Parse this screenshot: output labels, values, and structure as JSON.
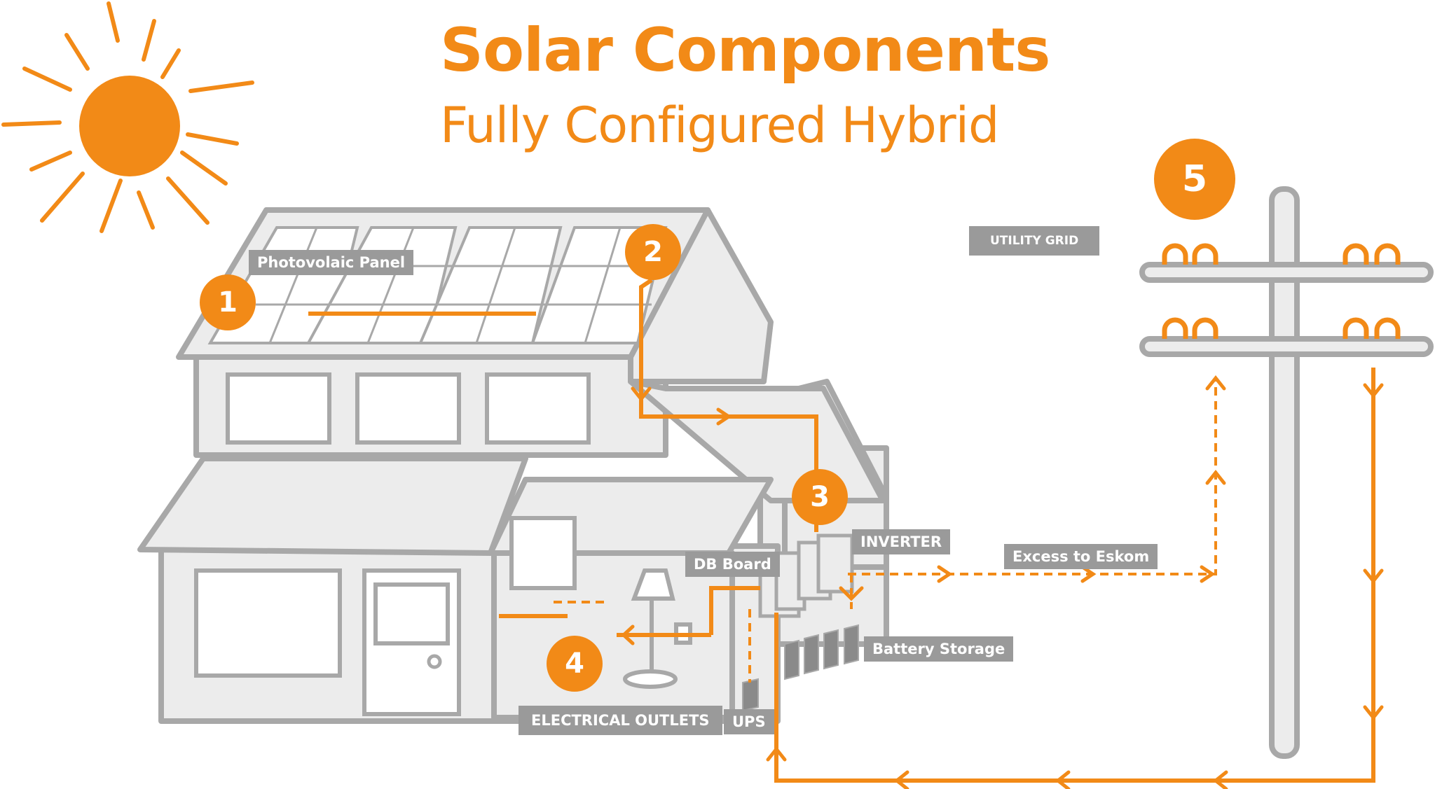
{
  "title": "Solar Components",
  "subtitle": "Fully Configured Hybrid",
  "colors": {
    "accent": "#f28a17",
    "line": "#a8a8a8",
    "fill": "#ececec",
    "label_bg": "#9a9a9a"
  },
  "labels": {
    "photovoltaic_panel": "Photovolaic Panel",
    "utility_grid": "UTILITY GRID",
    "inverter": "INVERTER",
    "db_board": "DB Board",
    "excess": "Excess to Eskom",
    "battery": "Battery Storage",
    "outlets": "ELECTRICAL OUTLETS",
    "ups": "UPS"
  },
  "badges": [
    "1",
    "2",
    "3",
    "4",
    "5"
  ],
  "icons": [
    "sun-icon",
    "house-icon",
    "utility-pole-icon",
    "lamp-icon",
    "inverter-icon",
    "battery-icon"
  ]
}
